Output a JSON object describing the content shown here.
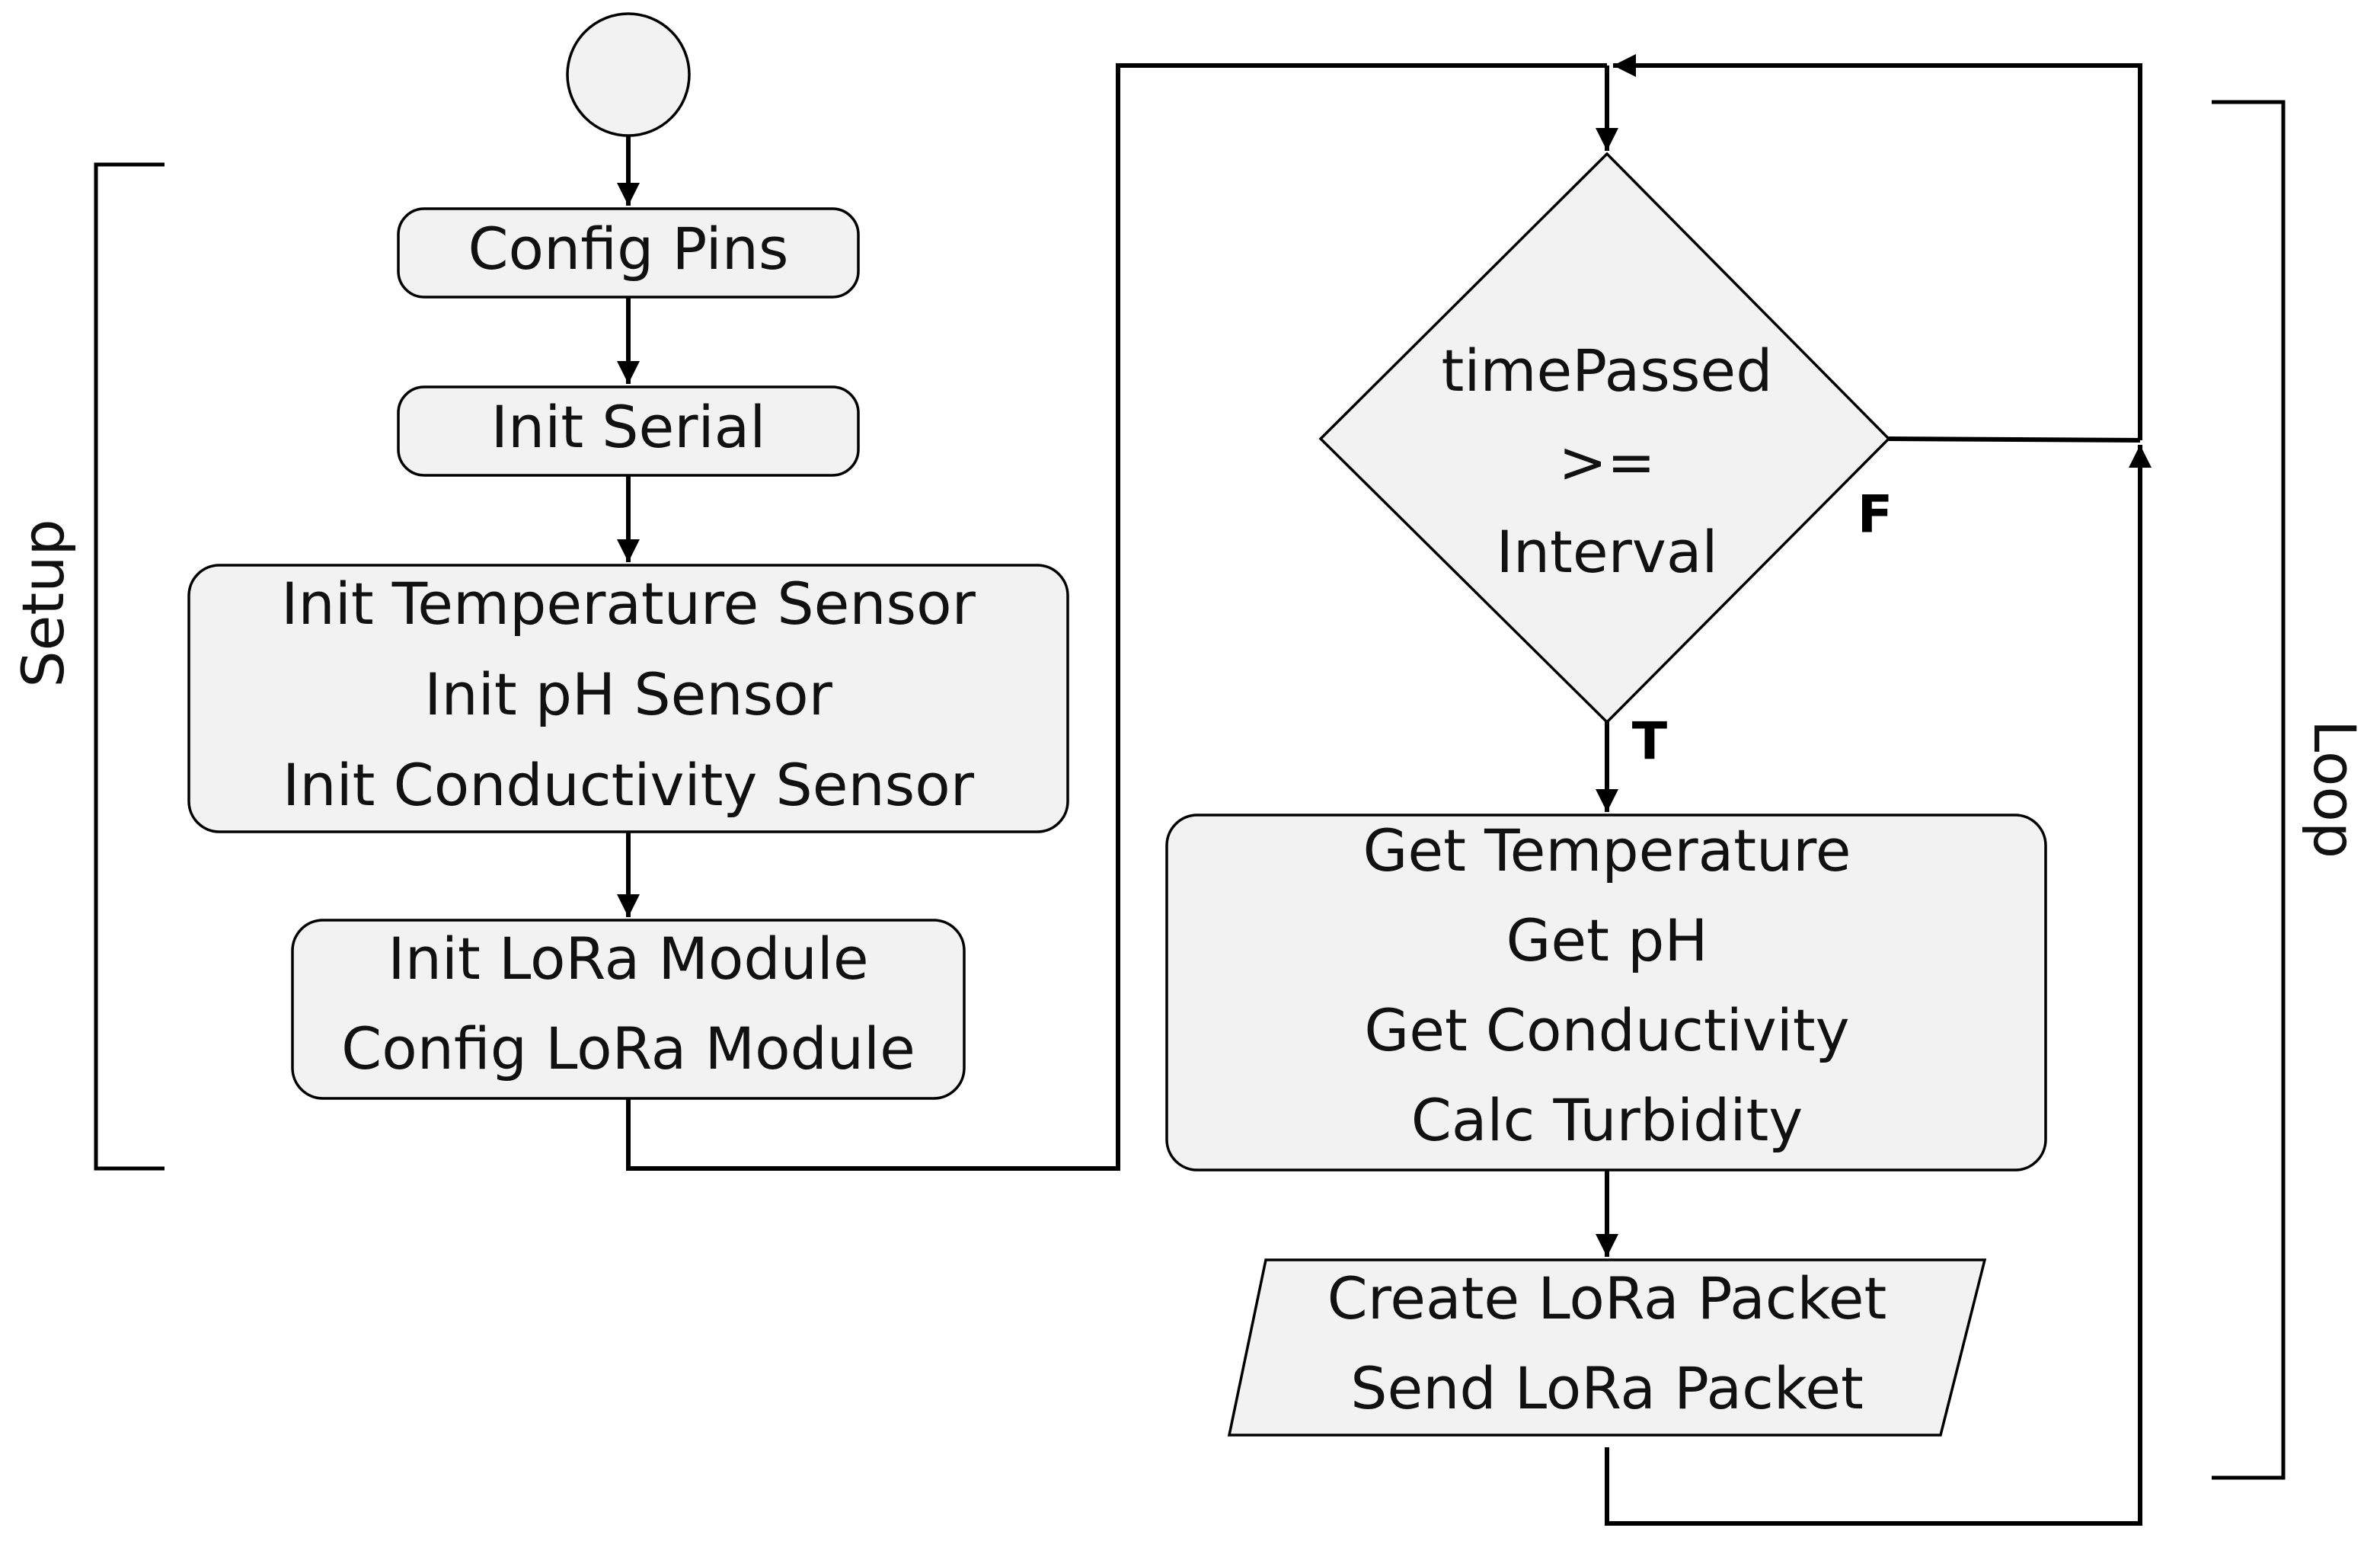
{
  "sections": {
    "setup": "Setup",
    "loop": "Loop"
  },
  "setup_steps": {
    "config_pins": "Config Pins",
    "init_serial": "Init Serial",
    "init_sensors": [
      "Init Temperature Sensor",
      "Init pH Sensor",
      "Init Conductivity Sensor"
    ],
    "init_lora": [
      "Init LoRa Module",
      "Config LoRa Module"
    ]
  },
  "loop_steps": {
    "decision": [
      "timePassed",
      ">=",
      "Interval"
    ],
    "true_label": "T",
    "false_label": "F",
    "readings": [
      "Get Temperature",
      "Get pH",
      "Get Conductivity",
      "Calc Turbidity"
    ],
    "send": [
      "Create LoRa Packet",
      "Send LoRa Packet"
    ]
  }
}
